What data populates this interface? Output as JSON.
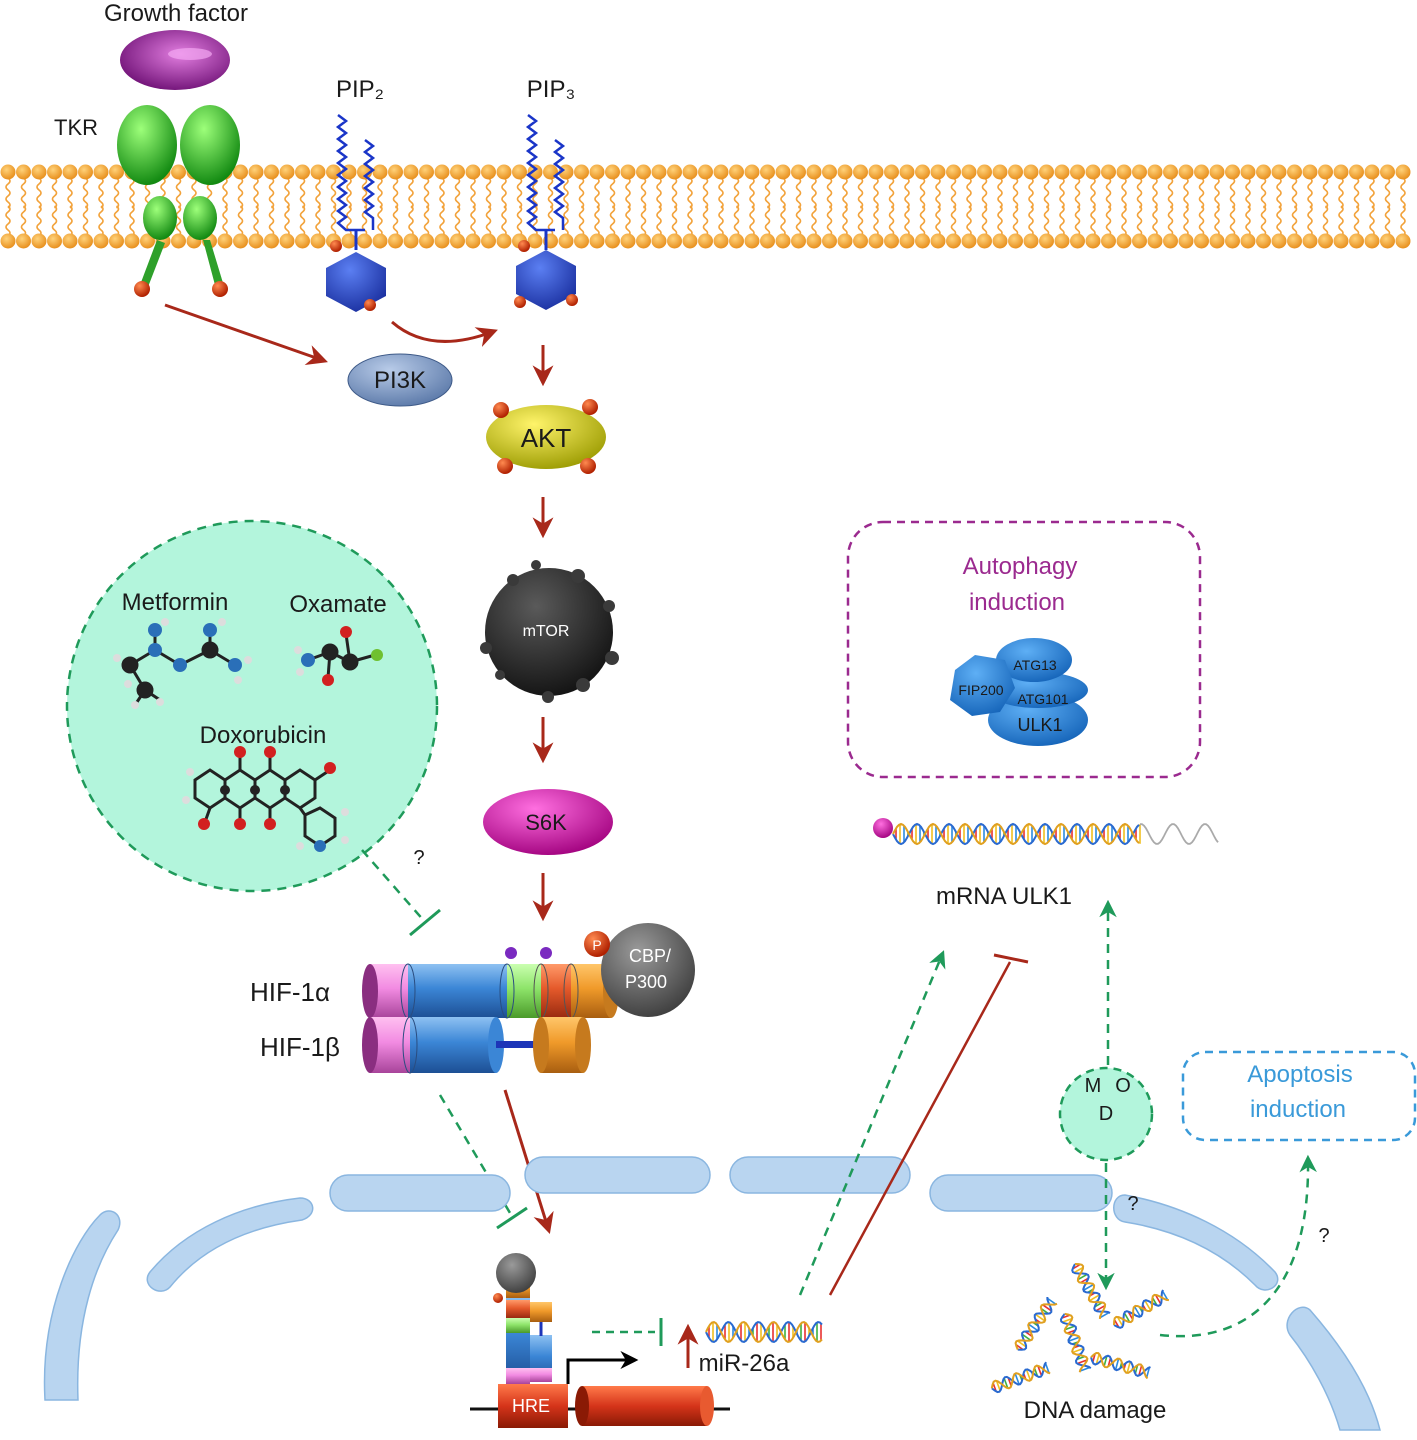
{
  "labels": {
    "growth_factor": "Growth factor",
    "tkr": "TKR",
    "pip2": "PIP₂",
    "pip3": "PIP₃",
    "pi3k": "PI3K",
    "akt": "AKT",
    "mtor": "mTOR",
    "s6k": "S6K",
    "metformin": "Metformin",
    "oxamate": "Oxamate",
    "doxorubicin": "Doxorubicin",
    "question_drugs": "?",
    "hif1a": "HIF-1α",
    "hif1b": "HIF-1β",
    "phospho": "P",
    "cbp_line1": "CBP/",
    "cbp_line2": "P300",
    "hre": "HRE",
    "mir26a": "miR-26a",
    "autophagy_line1": "Autophagy",
    "autophagy_line2": "induction",
    "fip200": "FIP200",
    "atg13": "ATG13",
    "atg101": "ATG101",
    "ulk1": "ULK1",
    "mrna_ulk1": "mRNA ULK1",
    "mod_m": "M",
    "mod_o": "O",
    "mod_d": "D",
    "question_mod": "?",
    "apoptosis_line1": "Apoptosis",
    "apoptosis_line2": "induction",
    "question_apoptosis": "?",
    "dna_damage": "DNA damage"
  },
  "colors": {
    "membrane_head": "#f2a23a",
    "activation_arrow": "#a8281a",
    "inhibition_dashed": "#1f9a5a",
    "drug_circle_fill": "#b3f5dc",
    "autophagy_box": "#9b2a8f",
    "apoptosis_box": "#3a9ad9",
    "nucleus_membrane": "#b9d5f0"
  }
}
